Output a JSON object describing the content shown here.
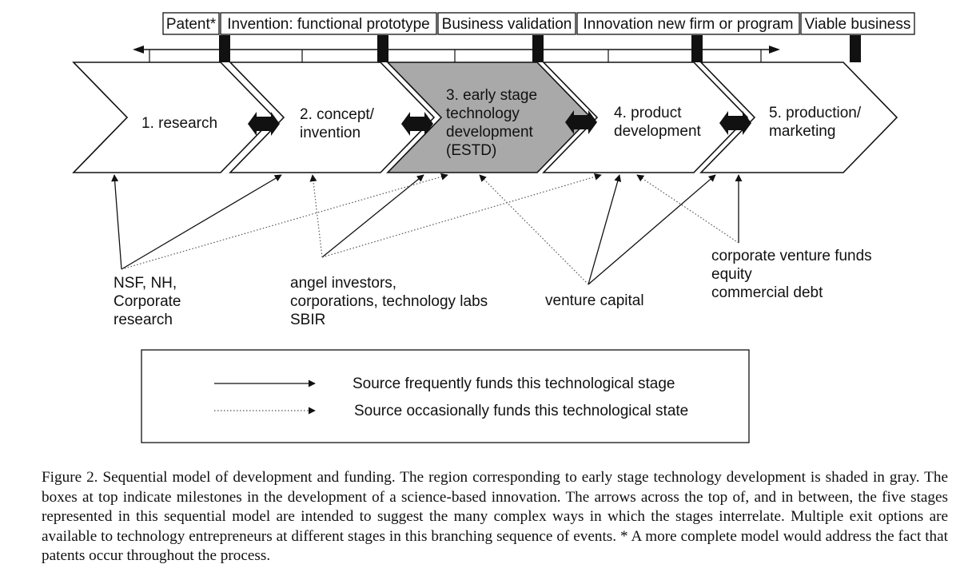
{
  "milestones": [
    {
      "label": "Patent*"
    },
    {
      "label": "Invention: functional prototype"
    },
    {
      "label": "Business validation"
    },
    {
      "label": "Innovation new firm or program"
    },
    {
      "label": "Viable business"
    }
  ],
  "stages": [
    {
      "lines": [
        "1. research"
      ],
      "shaded": false
    },
    {
      "lines": [
        "2. concept/",
        "invention"
      ],
      "shaded": false
    },
    {
      "lines": [
        "3. early stage",
        "technology",
        "development",
        "(ESTD)"
      ],
      "shaded": true
    },
    {
      "lines": [
        "4. product",
        "development"
      ],
      "shaded": false
    },
    {
      "lines": [
        "5. production/",
        "marketing"
      ],
      "shaded": false
    }
  ],
  "sources": [
    {
      "lines": [
        "NSF, NH,",
        "Corporate",
        "research"
      ]
    },
    {
      "lines": [
        "angel investors,",
        "corporations, technology labs",
        "SBIR"
      ]
    },
    {
      "lines": [
        "venture capital"
      ]
    },
    {
      "lines": [
        "corporate venture funds",
        "equity",
        "commercial debt"
      ]
    }
  ],
  "legend": {
    "frequent": "Source frequently funds this technological stage",
    "occasional": "Source occasionally funds this technological state"
  },
  "colors": {
    "shaded_stage": "#a9a9a9",
    "line": "#111111"
  },
  "caption": "Figure 2.   Sequential model of development and funding. The region corresponding to early stage technology development is shaded in gray. The boxes at top indicate milestones in the development of a science-based innovation. The arrows across the top of, and in between, the five stages represented in this sequential model are intended to suggest the many complex ways in which the stages interrelate. Multiple exit options are available to technology entrepreneurs at different stages in this branching sequence of events. * A more complete model would address the fact that patents occur throughout the process."
}
